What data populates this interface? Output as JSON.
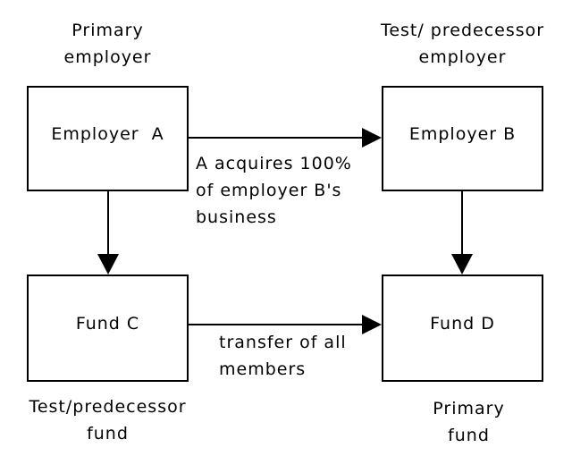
{
  "diagram": {
    "type": "flowchart",
    "colors": {
      "background": "#ffffff",
      "line": "#000000",
      "text": "#000000"
    },
    "nodes": {
      "employer_a": {
        "label": "Employer  A",
        "caption_lines": [
          "Primary",
          "employer"
        ],
        "caption_position": "above"
      },
      "employer_b": {
        "label": "Employer B",
        "caption_lines": [
          "Test/ predecessor",
          "employer"
        ],
        "caption_position": "above"
      },
      "fund_c": {
        "label": "Fund C",
        "caption_lines": [
          "Test/predecessor",
          "fund"
        ],
        "caption_position": "below"
      },
      "fund_d": {
        "label": "Fund D",
        "caption_lines": [
          "Primary",
          "fund"
        ],
        "caption_position": "below"
      }
    },
    "edges": {
      "a_to_b": {
        "from": "Employer A",
        "to": "Employer B",
        "direction": "right",
        "label_lines": [
          "A acquires 100%",
          "of employer B's",
          "business"
        ]
      },
      "a_to_c": {
        "from": "Employer A",
        "to": "Fund C",
        "direction": "down",
        "label_lines": []
      },
      "b_to_d": {
        "from": "Employer B",
        "to": "Fund D",
        "direction": "down",
        "label_lines": []
      },
      "c_to_d": {
        "from": "Fund C",
        "to": "Fund D",
        "direction": "right",
        "label_lines": [
          "transfer of all",
          "members"
        ]
      }
    }
  }
}
